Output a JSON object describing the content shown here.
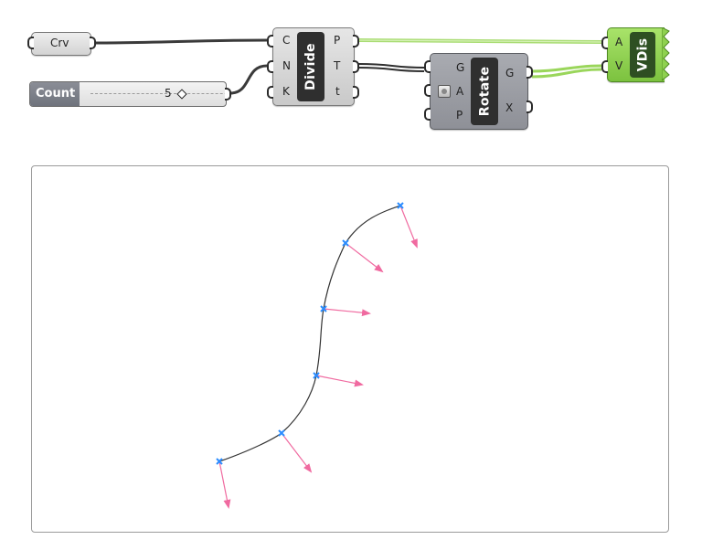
{
  "canvas": {
    "crv_param": {
      "label": "Crv"
    },
    "count_slider": {
      "name": "Count",
      "value": "5"
    },
    "divide": {
      "name": "Divide",
      "inputs": [
        "C",
        "N",
        "K"
      ],
      "outputs": [
        "P",
        "T",
        "t"
      ]
    },
    "rotate": {
      "name": "Rotate",
      "inputs": [
        "G",
        "A",
        "P"
      ],
      "outputs": [
        "G",
        "X"
      ]
    },
    "vdis": {
      "name": "VDis",
      "inputs": [
        "A",
        "V"
      ]
    }
  },
  "colors": {
    "wire_dark": "#3a3a3a",
    "wire_green": "#8fd14f",
    "curve": "#333333",
    "point": "#2a8cff",
    "vector": "#f06aa0"
  }
}
